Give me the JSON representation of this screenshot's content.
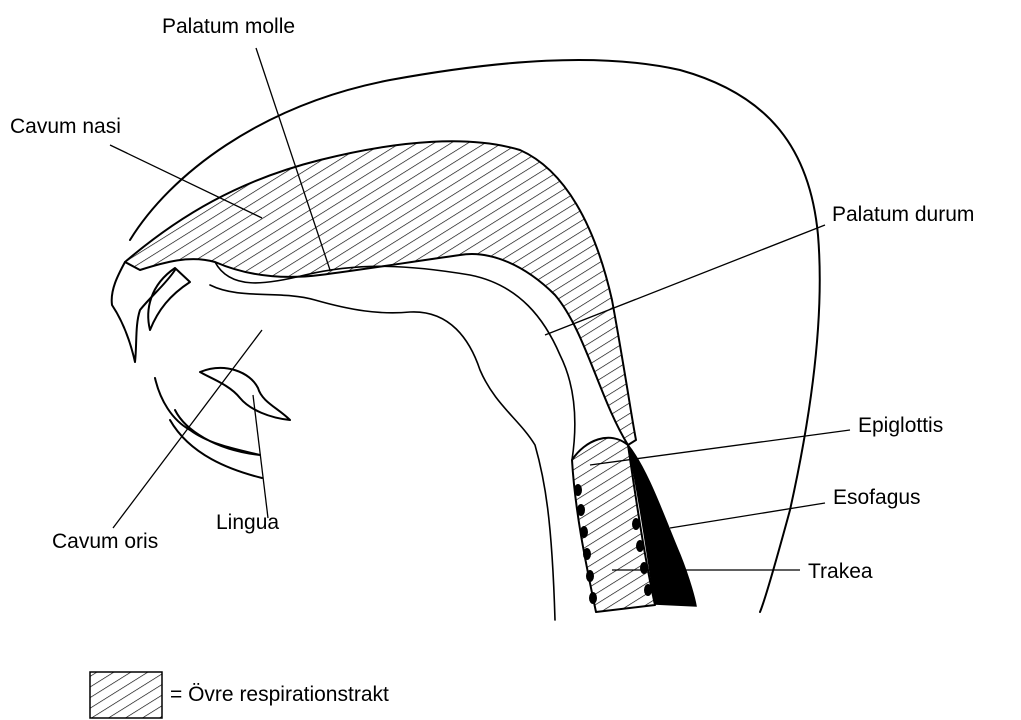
{
  "labels": {
    "palatum_molle": "Palatum molle",
    "cavum_nasi": "Cavum nasi",
    "palatum_durum": "Palatum durum",
    "epiglottis": "Epiglottis",
    "esofagus": "Esofagus",
    "trakea": "Trakea",
    "lingua": "Lingua",
    "cavum_oris": "Cavum oris"
  },
  "legend": {
    "text": "= Övre respirationstrakt",
    "swatch": "hatched"
  },
  "colors": {
    "line": "#000000",
    "background": "#ffffff",
    "esophagus_fill": "#000000"
  }
}
